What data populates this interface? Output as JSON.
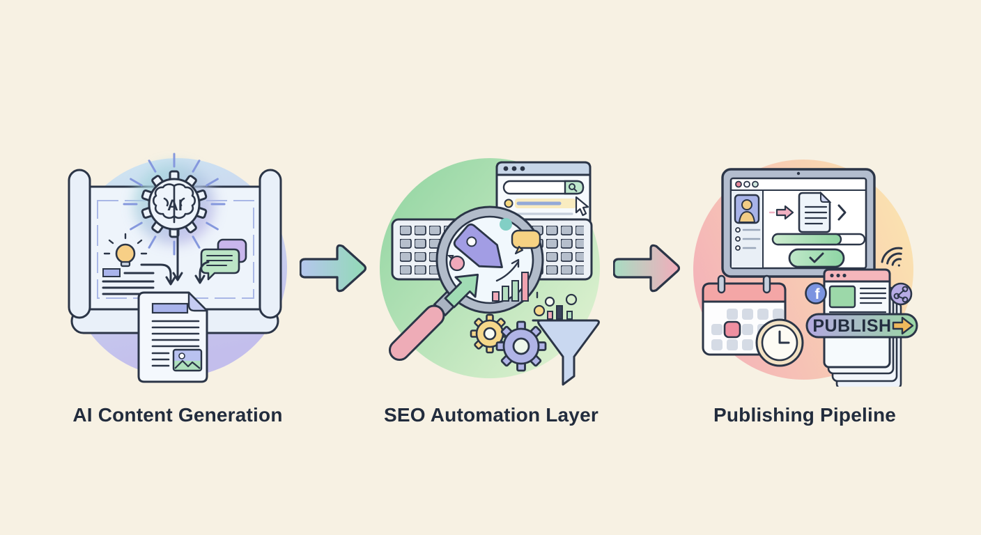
{
  "background_color": "#f7f1e3",
  "outline_color": "#2b3547",
  "label_color": "#222c3d",
  "steps": [
    {
      "id": "ai-content-generation",
      "label": "AI Content Generation",
      "icon": "blueprint-scroll-with-ai-gear",
      "ai_badge": "AI",
      "circle_gradient": [
        "#cfe7f2",
        "#c3beec"
      ]
    },
    {
      "id": "seo-automation-layer",
      "label": "SEO Automation Layer",
      "icon": "magnifier-over-keyboard-with-funnel",
      "circle_gradient": [
        "#8fd4a0",
        "#def1d0"
      ]
    },
    {
      "id": "publishing-pipeline",
      "label": "Publishing Pipeline",
      "icon": "laptop-calendar-publish-button",
      "publish_button_label": "PUBLISH",
      "facebook_glyph": "f",
      "circle_gradient": [
        "#f4b3b8",
        "#fbe4af"
      ]
    }
  ],
  "connectors": [
    {
      "from": "AI Content Generation",
      "to": "SEO Automation Layer",
      "gradient": [
        "#b5c6ee",
        "#92dab6"
      ]
    },
    {
      "from": "SEO Automation Layer",
      "to": "Publishing Pipeline",
      "gradient": [
        "#a8dcc2",
        "#f2adbb"
      ]
    }
  ]
}
